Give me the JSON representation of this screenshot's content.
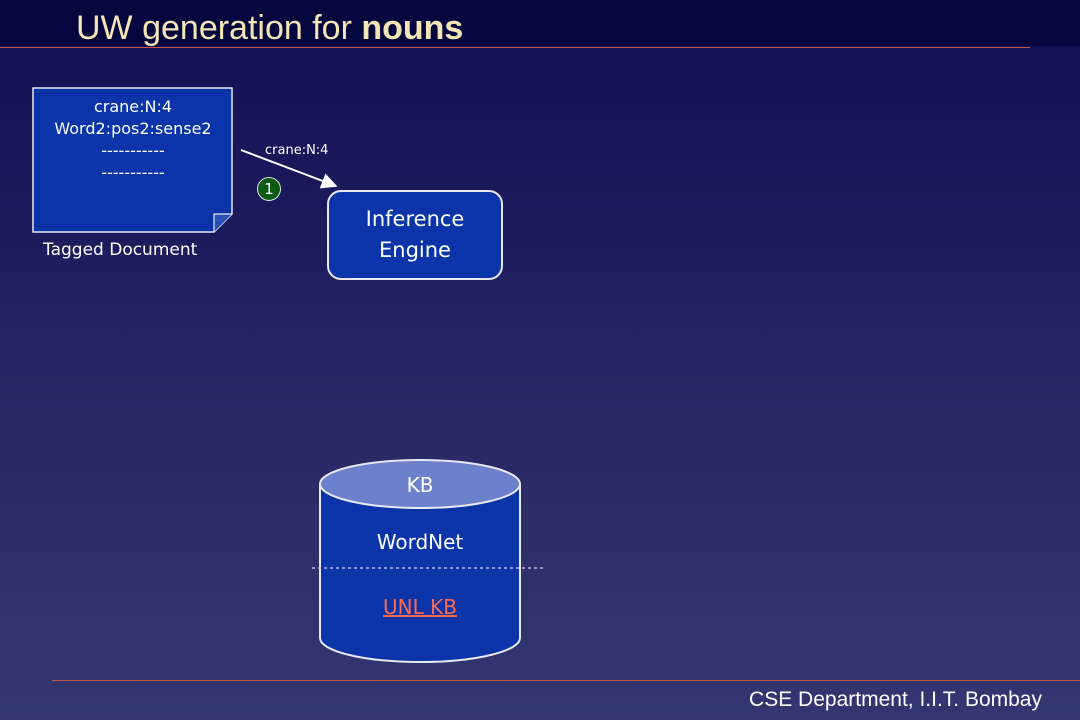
{
  "slide": {
    "title_prefix": "UW generation",
    "title_mid": " for ",
    "title_bold": "nouns",
    "footer": "CSE Department, I.I.T. Bombay"
  },
  "document": {
    "lines": [
      "crane:N:4",
      "Word2:pos2:sense2",
      "-----------",
      "-----------"
    ],
    "caption": "Tagged Document"
  },
  "arrow": {
    "label": "crane:N:4",
    "step": "1"
  },
  "engine": {
    "line1": "Inference",
    "line2": "Engine"
  },
  "kb": {
    "top": "KB",
    "middle": "WordNet",
    "bottom_link": "UNL KB"
  },
  "colors": {
    "title": "#f3e6b4",
    "box_fill": "#0b34a8",
    "kb_top": "#6c80cc",
    "link": "#ff6a4a",
    "rule": "#c0584a"
  }
}
